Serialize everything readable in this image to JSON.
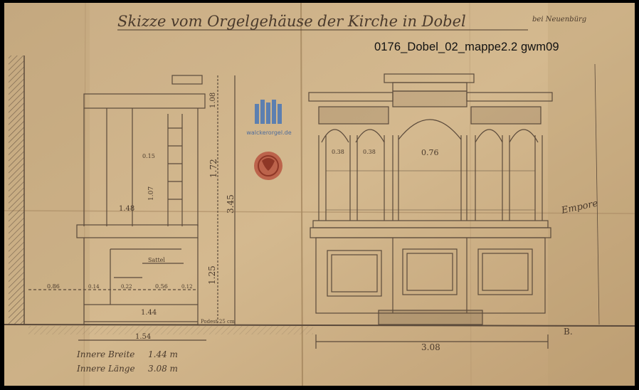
{
  "document": {
    "title": "Skizze vom Orgelgehäuse der Kirche in Dobel",
    "subtitle": "bei Neuenbürg",
    "archive_caption": "0176_Dobel_02_mappe2.2  gwm09",
    "watermark_text": "walckerorgel.de",
    "dimensions": {
      "top_height": "1.08",
      "upper_height": "1.72",
      "total_height": "3.45",
      "lower_height": "1.25",
      "depth_upper": "1.48",
      "inner_height": "1.07",
      "top_offset": "0.15",
      "keyboard_label": "Sattel",
      "left_depth": "0.86",
      "part_a": "0.14",
      "part_b": "0.22",
      "part_c": "0.56",
      "part_d": "0.12",
      "inner_depth": "1.44",
      "outer_depth": "1.54",
      "podest": "Podest 25 cm",
      "width_total": "3.08",
      "arch_small_1": "0.38",
      "arch_small_2": "0.38",
      "arch_center": "0.76"
    },
    "notes": {
      "breite_label": "Innere Breite",
      "breite_value": "1.44 m",
      "laenge_label": "Innere Länge",
      "laenge_value": "3.08 m",
      "side_note": "Empore",
      "corner_mark": "B."
    }
  }
}
